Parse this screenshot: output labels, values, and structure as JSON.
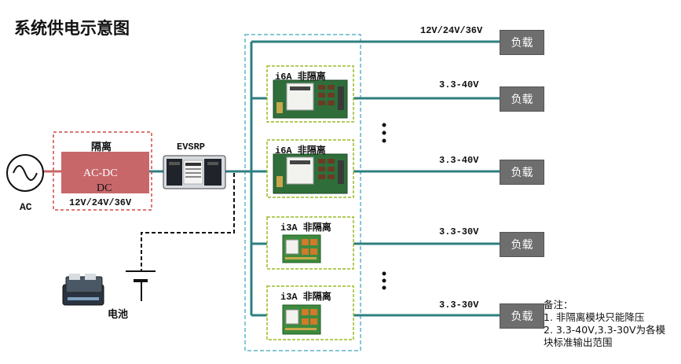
{
  "title": "系统供电示意图",
  "ac_label": "AC",
  "isolation": {
    "label": "隔离",
    "converter_line1": "AC-DC",
    "converter_line2": "DC",
    "output": "12V/24V/36V"
  },
  "evsrp_label": "EVSRP",
  "battery_label": "电池",
  "modules": [
    {
      "label": "i6A 非隔离"
    },
    {
      "label": "i6A 非隔离"
    },
    {
      "label": "i3A 非隔离"
    },
    {
      "label": "i3A 非隔离"
    }
  ],
  "outputs": [
    {
      "voltage": "12V/24V/36V",
      "load": "负载"
    },
    {
      "voltage": "3.3-40V",
      "load": "负载"
    },
    {
      "voltage": "3.3-40V",
      "load": "负载"
    },
    {
      "voltage": "3.3-30V",
      "load": "负载"
    },
    {
      "voltage": "3.3-30V",
      "load": "负载"
    }
  ],
  "notes": {
    "heading": "备注：",
    "line1": "1. 非隔离模块只能降压",
    "line2a": "2. 3.3-40V,3.3-30V为各模",
    "line2b": "块标准输出范围"
  },
  "colors": {
    "bus": "#2e7f80",
    "converter": "#c8676a",
    "module_border": "#99bb22",
    "group_border": "#5bb5c5",
    "isolation_border": "#d04a4a",
    "load_fill": "#6e6e6e"
  }
}
